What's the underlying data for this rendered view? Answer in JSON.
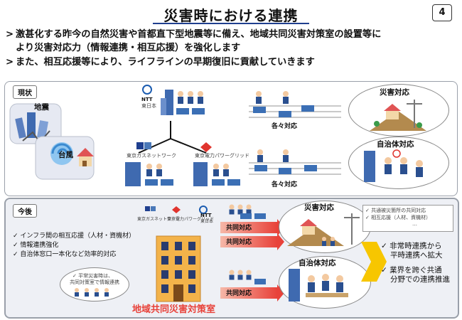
{
  "header": {
    "title": "災害時における連携",
    "page_number": "4"
  },
  "bullets": [
    {
      "line1": "激甚化する昨今の自然災害や首都直下型地震等に備え、地域共同災害対策室の設置等に",
      "line2": "より災害対応力（情報連携・相互応援）を強化します"
    },
    {
      "line1": "また、相互応援等により、ライフラインの早期復旧に貢献していきます"
    }
  ],
  "current": {
    "tag": "現状",
    "earthquake": "地震",
    "typhoon": "台風",
    "ntt_name": "NTT",
    "ntt_sub": "東日本",
    "gas_name": "東京ガスネットワーク",
    "power_name": "東京電力パワーグリッド",
    "each_response_1": "各々対応",
    "each_response_2": "各々対応",
    "disaster_response": "災害対応",
    "local_gov_response": "自治体対応"
  },
  "future": {
    "tag": "今後",
    "logo_gas": "東京ガスネットワーク",
    "logo_power": "東京電力パワーグリッド",
    "logo_ntt": "NTT",
    "logo_ntt_sub": "東日本",
    "checks": [
      "インフラ間の相互応援（人材・資機材）",
      "情報連携強化",
      "自治体窓口一本化など効率的対応"
    ],
    "bubble_line1": "平常災害時は、",
    "bubble_line2": "共同対策室で情報連携",
    "office_name": "地域共同災害対策室",
    "joint_1": "共同対応",
    "joint_2": "共同対応",
    "joint_3": "共同対応",
    "disaster_response": "災害対応",
    "local_gov_response": "自治体対応",
    "note_1": "共通被災箇所の共同対応",
    "note_2": "相互応援（人材、資機材）",
    "note_3": "…",
    "outcome_1a": "非常時連携から",
    "outcome_1b": "平時連携へ拡大",
    "outcome_2a": "業界を跨ぐ共通",
    "outcome_2b": "分野での連携推進"
  },
  "colors": {
    "accent_blue": "#1f3f8f",
    "red": "#e8423a",
    "yellow": "#f7c600"
  }
}
